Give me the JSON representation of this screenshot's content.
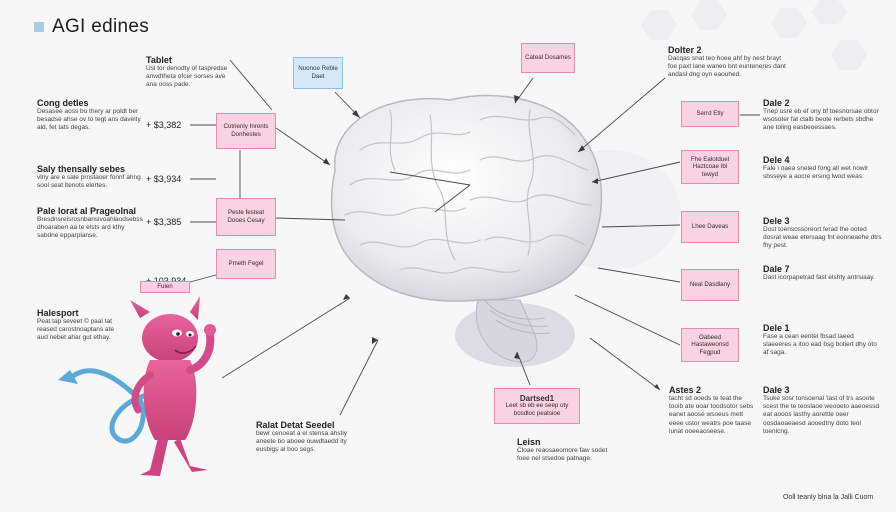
{
  "title": "AGI edines",
  "left_sections": [
    {
      "heading": "Tablet",
      "body": "Usl tor denodty of taspredse anwdtheta ofcer sorses ave ana ooss pade."
    },
    {
      "heading": "Cong detles",
      "body": "Desasee aoss bo thery ar poldt ber besadse ahse ov to tegt ans daveity ald, fet tats degas."
    },
    {
      "heading": "Saly thensally sebes",
      "body": "vlny are e sale prnstaoer fonnf ahng sool seat ltenots elertes."
    },
    {
      "heading": "Pale lorat al Prageolnal",
      "body": "Bresdnsreisrosnbansivoahlaodsebss dhoaraben aa te elsts ard kthy sabdne epparplanse."
    },
    {
      "heading": "Halesport",
      "body": "Peat tap seveet © paal tat reased carostnoaptans ate aud nebet ahar gut ethay."
    }
  ],
  "values": [
    "+ $3,382",
    "+ $3,934",
    "+ $3,385",
    "+ 103,934"
  ],
  "left_boxes": [
    "Cotrienly Inrents Donhestes",
    "Peste festeat Dooes Cesay",
    "Pmeth Fegel",
    "Fulen"
  ],
  "top_blue_box": "Nuonoe Reble Daet",
  "top_pink_box": "Cateal Dosames",
  "right_heading": "Dolter 2",
  "right_heading_body": "Dacqas snat teo hoee ahf by nest brayt foe paxt lane waneo bnt eunteneres dant andasl dng oyn eaouhed.",
  "right_boxes": [
    "Serrd Etly",
    "Fhe Ealotduel Haztcoae Ibl tewyd",
    "Lhee Daveas",
    "Neal Dasdlany",
    "Oabeed Hastaweonsd Fegpud"
  ],
  "right_sections": [
    {
      "heading": "Dale 2",
      "body": "Tnep usre eb ef ony bf toesnorsae obtor wsosoter fat ctalb beote rerbets sbdhe ane toling easbeoessaes."
    },
    {
      "heading": "Dele 4",
      "body": "Fale i oaea sneled fong all wet nowlr sbsseye a aocre ersing lwod weas."
    },
    {
      "heading": "Dele 3",
      "body": "Dost toensossoreort ferad the ooted dosrat weae etersaag fnt eonneaehe dtrs fhy pest."
    },
    {
      "heading": "Dale 7",
      "body": "Dast icorpapetrad fast elshty antrsiaay."
    },
    {
      "heading": "Dele 1",
      "body": "Fase a cean eentel fbsad laeed slaeeeres a itoo ead bsg botiert dhy oto af saga."
    }
  ],
  "bottom_left": {
    "heading": "Ralat Detat Seedel",
    "body": "bewr cenoeat a el stensa ahstiy aneete bo aboee ouwdtaedd ity eusbigs al boo segs."
  },
  "bottom_center_box": {
    "title": "Dartsed1",
    "body": "Leet sb eb ee seep oty bosdloc peatsioe"
  },
  "bottom_center": {
    "heading": "Leisn",
    "body": "Cloae reaosaeomore faw sodet foee nel stsedoe patnage."
  },
  "bottom_right_a": {
    "heading": "Astes 2",
    "body": "tacht sd ooeds te teat the tooib ate ooar toodsotor sebs eanet aoose wsoeus mett eeee ustor weatrs poe taase lunat ooeeaoseese."
  },
  "bottom_right_b": {
    "heading": "Dale 3",
    "body": "Tsuke sosr tonsoenal 'last of trs asoote scest the te teoslaoe weooeto aaeoessd eat aooos lasthy aorettle oeer oosdaoaeaesd aooedtny doto teol toenlcng."
  },
  "footer": "Ooll teanly blna la Jalli Cuom"
}
